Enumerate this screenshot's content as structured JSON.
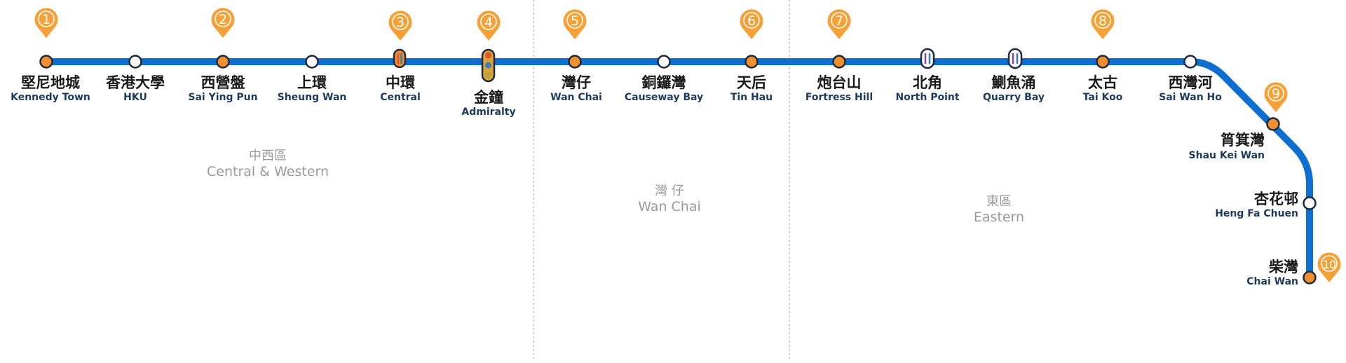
{
  "colors": {
    "line": "#0f6fd0",
    "numbered_dot": "#f08f30",
    "plain_dot": "#ffffff",
    "pin": "#f6a137",
    "divider": "#b5b5b5",
    "district_text": "#9a9a9a",
    "interchange_tsuen_wan": "#e2542b",
    "interchange_tung_chung": "#3d7fb3",
    "interchange_south_island": "#b9a33a",
    "interchange_tseung_kwan_o": "#7f4ea0"
  },
  "stations": [
    {
      "zh": "堅尼地城",
      "en": "Kennedy Town",
      "type": "numbered",
      "pin": "1"
    },
    {
      "zh": "香港大學",
      "en": "HKU",
      "type": "plain",
      "pin": ""
    },
    {
      "zh": "西營盤",
      "en": "Sai Ying Pun",
      "type": "numbered",
      "pin": "2"
    },
    {
      "zh": "上環",
      "en": "Sheung Wan",
      "type": "plain",
      "pin": ""
    },
    {
      "zh": "中環",
      "en": "Central",
      "type": "interchange-2",
      "pin": "3"
    },
    {
      "zh": "金鐘",
      "en": "Admiralty",
      "type": "interchange-3",
      "pin": "4"
    },
    {
      "zh": "灣仔",
      "en": "Wan Chai",
      "type": "numbered",
      "pin": "5"
    },
    {
      "zh": "銅鑼灣",
      "en": "Causeway Bay",
      "type": "plain",
      "pin": ""
    },
    {
      "zh": "天后",
      "en": "Tin Hau",
      "type": "numbered",
      "pin": "6"
    },
    {
      "zh": "炮台山",
      "en": "Fortress Hill",
      "type": "numbered",
      "pin": "7"
    },
    {
      "zh": "北角",
      "en": "North Point",
      "type": "interchange-tko",
      "pin": ""
    },
    {
      "zh": "鰂魚涌",
      "en": "Quarry Bay",
      "type": "interchange-tko",
      "pin": ""
    },
    {
      "zh": "太古",
      "en": "Tai Koo",
      "type": "numbered",
      "pin": "8"
    },
    {
      "zh": "西灣河",
      "en": "Sai Wan Ho",
      "type": "plain",
      "pin": ""
    },
    {
      "zh": "筲箕灣",
      "en": "Shau Kei Wan",
      "type": "numbered",
      "pin": "9"
    },
    {
      "zh": "杏花邨",
      "en": "Heng Fa Chuen",
      "type": "plain",
      "pin": ""
    },
    {
      "zh": "柴灣",
      "en": "Chai Wan",
      "type": "numbered",
      "pin": "10"
    }
  ],
  "districts": [
    {
      "zh": "中西區",
      "en": "Central & Western"
    },
    {
      "zh": "灣 仔",
      "en": "Wan Chai"
    },
    {
      "zh": "東區",
      "en": "Eastern"
    }
  ]
}
